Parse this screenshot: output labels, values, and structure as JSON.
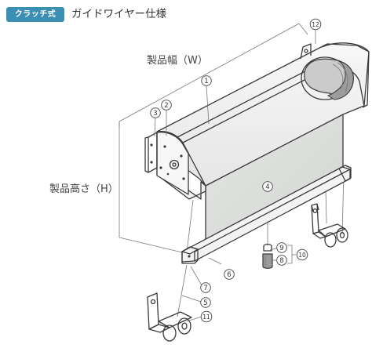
{
  "header": {
    "badge": "クラッチ式",
    "title": "ガイドワイヤー仕様"
  },
  "dimensions": {
    "width_label": "製品幅（W）",
    "height_label": "製品高さ（H）"
  },
  "callouts": {
    "c1": "1",
    "c2": "2",
    "c3": "3",
    "c4": "4",
    "c5": "5",
    "c6": "6",
    "c7": "7",
    "c8": "8",
    "c9": "9",
    "c10": "10",
    "c11": "11",
    "c12": "12"
  },
  "colors": {
    "badge": "#3c8fb4",
    "screen": "#dcdedc",
    "outline": "#3a3a3a"
  }
}
